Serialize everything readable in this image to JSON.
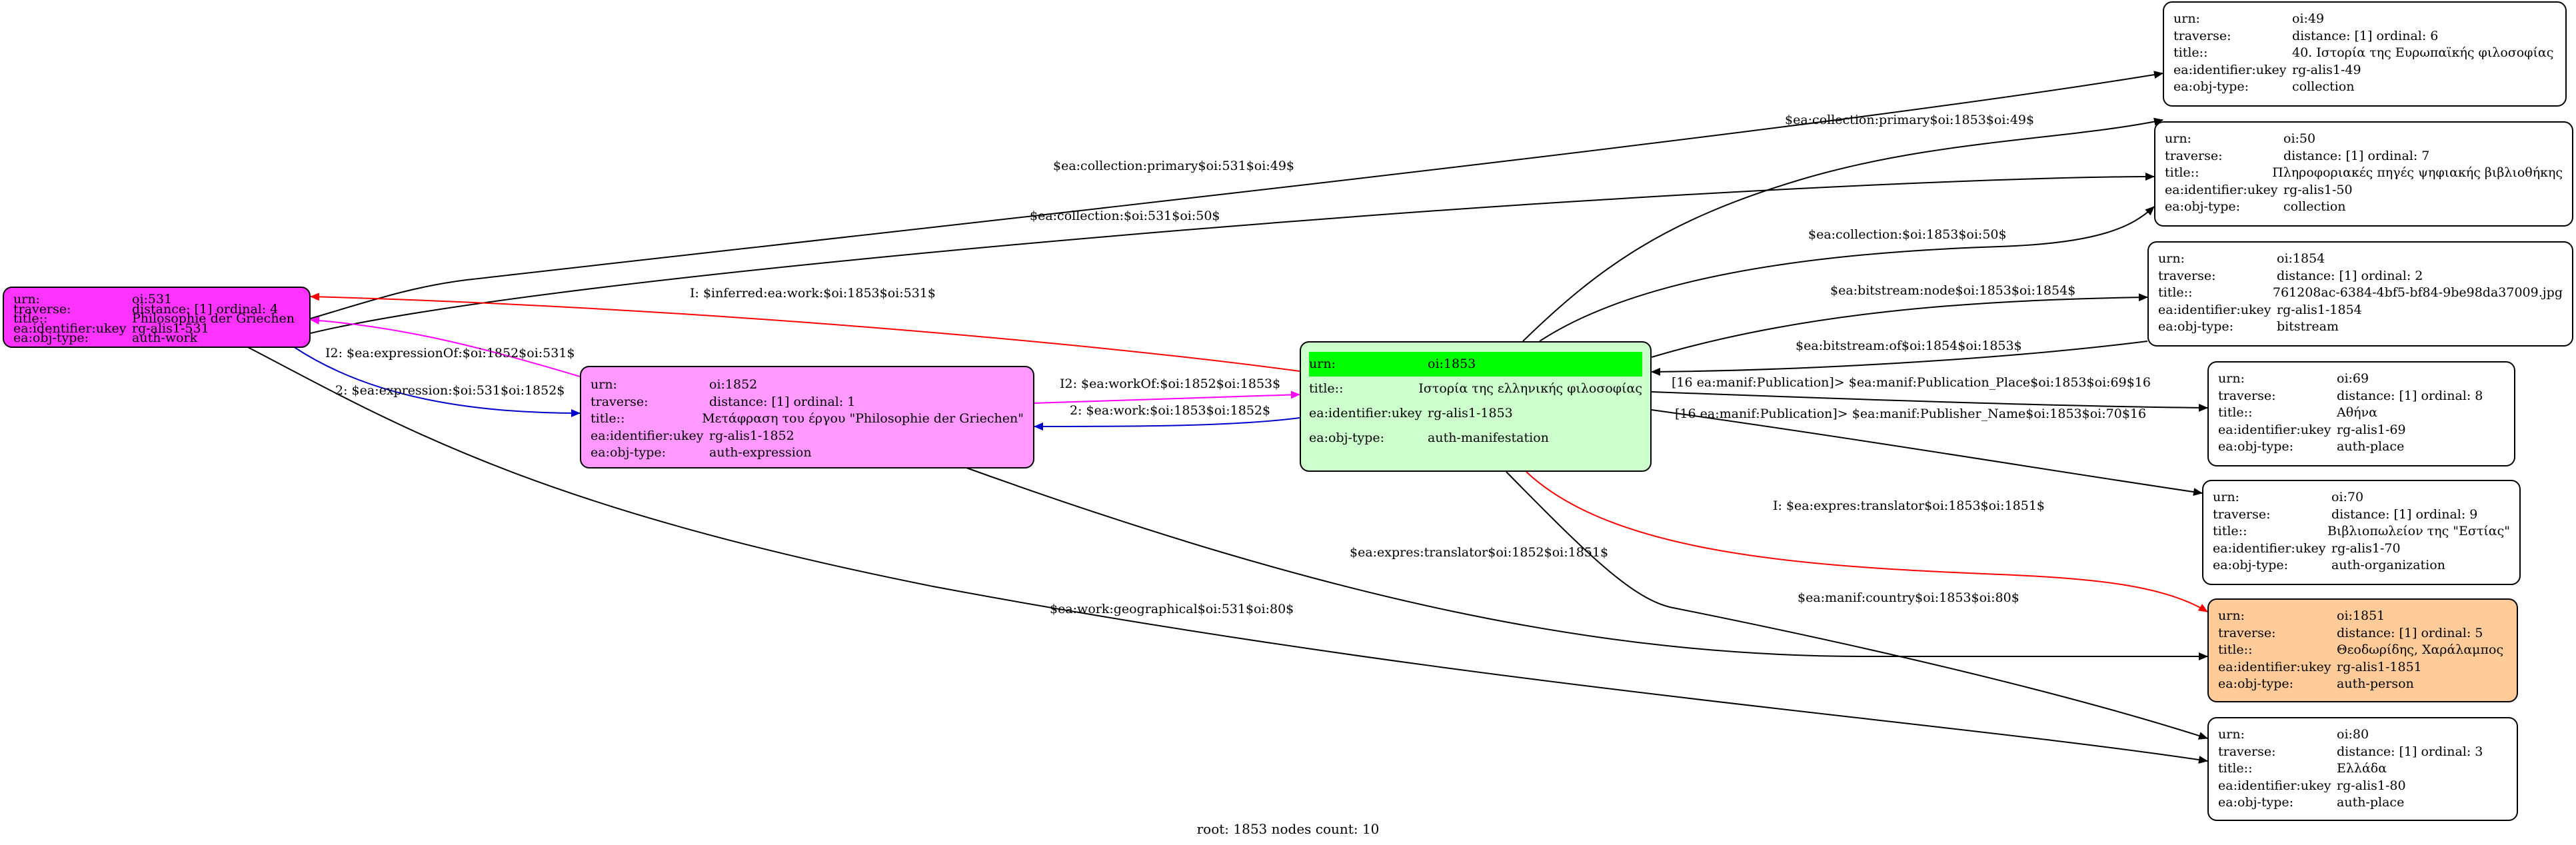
{
  "colors": {
    "black": "#000000",
    "red": "#ff0000",
    "blue": "#0000cc",
    "magenta": "#ff00ff",
    "work_fill": "#ff33ff",
    "expression_fill": "#ff99ff",
    "root_fill": "#ccffcc",
    "root_highlight": "#00ff00",
    "person_fill": "#ffcc99",
    "default_fill": "#ffffff"
  },
  "nodes": {
    "n531": {
      "rows": [
        [
          "urn:",
          "oi:531"
        ],
        [
          "traverse:",
          "distance: [1]     ordinal: 4"
        ],
        [
          "title::",
          "Philosophie der Griechen"
        ],
        [
          "ea:identifier:ukey",
          "rg-alis1-531"
        ],
        [
          "ea:obj-type:",
          "auth-work"
        ]
      ]
    },
    "n1852": {
      "rows": [
        [
          "urn:",
          "oi:1852"
        ],
        [
          "traverse:",
          "distance: [1]     ordinal: 1"
        ],
        [
          "title::",
          "Μετάφραση του έργου \"Philosophie der Griechen\""
        ],
        [
          "ea:identifier:ukey",
          "rg-alis1-1852"
        ],
        [
          "ea:obj-type:",
          "auth-expression"
        ]
      ]
    },
    "n1853": {
      "rows": [
        [
          "urn:",
          "oi:1853"
        ],
        [
          "title::",
          "Ιστορία της ελληνικής φιλοσοφίας"
        ],
        [
          "ea:identifier:ukey",
          "rg-alis1-1853"
        ],
        [
          "ea:obj-type:",
          "auth-manifestation"
        ]
      ]
    },
    "n49": {
      "rows": [
        [
          "urn:",
          "oi:49"
        ],
        [
          "traverse:",
          "distance: [1]     ordinal: 6"
        ],
        [
          "title::",
          "40. Ιστορία της Ευρωπαϊκής φιλοσοφίας"
        ],
        [
          "ea:identifier:ukey",
          "rg-alis1-49"
        ],
        [
          "ea:obj-type:",
          "collection"
        ]
      ]
    },
    "n50": {
      "rows": [
        [
          "urn:",
          "oi:50"
        ],
        [
          "traverse:",
          "distance: [1]     ordinal: 7"
        ],
        [
          "title::",
          "Πληροφοριακές πηγές ψηφιακής βιβλιοθήκης"
        ],
        [
          "ea:identifier:ukey",
          "rg-alis1-50"
        ],
        [
          "ea:obj-type:",
          "collection"
        ]
      ]
    },
    "n1854": {
      "rows": [
        [
          "urn:",
          "oi:1854"
        ],
        [
          "traverse:",
          "distance: [1]     ordinal: 2"
        ],
        [
          "title::",
          "761208ac-6384-4bf5-bf84-9be98da37009.jpg"
        ],
        [
          "ea:identifier:ukey",
          "rg-alis1-1854"
        ],
        [
          "ea:obj-type:",
          "bitstream"
        ]
      ]
    },
    "n69": {
      "rows": [
        [
          "urn:",
          "oi:69"
        ],
        [
          "traverse:",
          "distance: [1]     ordinal: 8"
        ],
        [
          "title::",
          "Αθήνα"
        ],
        [
          "ea:identifier:ukey",
          "rg-alis1-69"
        ],
        [
          "ea:obj-type:",
          "auth-place"
        ]
      ]
    },
    "n70": {
      "rows": [
        [
          "urn:",
          "oi:70"
        ],
        [
          "traverse:",
          "distance: [1]     ordinal: 9"
        ],
        [
          "title::",
          "Βιβλιοπωλείον της \"Εστίας\""
        ],
        [
          "ea:identifier:ukey",
          "rg-alis1-70"
        ],
        [
          "ea:obj-type:",
          "auth-organization"
        ]
      ]
    },
    "n1851": {
      "rows": [
        [
          "urn:",
          "oi:1851"
        ],
        [
          "traverse:",
          "distance: [1]     ordinal: 5"
        ],
        [
          "title::",
          "Θεοδωρίδης, Χαράλαμπος"
        ],
        [
          "ea:identifier:ukey",
          "rg-alis1-1851"
        ],
        [
          "ea:obj-type:",
          "auth-person"
        ]
      ]
    },
    "n80": {
      "rows": [
        [
          "urn:",
          "oi:80"
        ],
        [
          "traverse:",
          "distance: [1]     ordinal: 3"
        ],
        [
          "title::",
          "Ελλάδα"
        ],
        [
          "ea:identifier:ukey",
          "rg-alis1-80"
        ],
        [
          "ea:obj-type:",
          "auth-place"
        ]
      ]
    }
  },
  "edges": [
    {
      "id": "e531-49",
      "label": "$ea:collection:primary$oi:531$oi:49$",
      "color": "black"
    },
    {
      "id": "e531-50",
      "label": "$ea:collection:$oi:531$oi:50$",
      "color": "black"
    },
    {
      "id": "e1853-531",
      "label": "I: $inferred:ea:work:$oi:1853$oi:531$",
      "color": "red"
    },
    {
      "id": "e1852-531",
      "label": "I2: $ea:expressionOf:$oi:1852$oi:531$",
      "color": "magenta"
    },
    {
      "id": "e531-1852",
      "label": "2: $ea:expression:$oi:531$oi:1852$",
      "color": "blue"
    },
    {
      "id": "e1852-1853",
      "label": "I2: $ea:workOf:$oi:1852$oi:1853$",
      "color": "magenta"
    },
    {
      "id": "e1853-1852",
      "label": "2: $ea:work:$oi:1853$oi:1852$",
      "color": "blue"
    },
    {
      "id": "e531-80",
      "label": "$ea:work:geographical$oi:531$oi:80$",
      "color": "black"
    },
    {
      "id": "e1852-1851",
      "label": "$ea:expres:translator$oi:1852$oi:1851$",
      "color": "black"
    },
    {
      "id": "e1853-49",
      "label": "$ea:collection:primary$oi:1853$oi:49$",
      "color": "black"
    },
    {
      "id": "e1853-50",
      "label": "$ea:collection:$oi:1853$oi:50$",
      "color": "black"
    },
    {
      "id": "e1853-1854",
      "label": "$ea:bitstream:node$oi:1853$oi:1854$",
      "color": "black"
    },
    {
      "id": "e1854-1853",
      "label": "$ea:bitstream:of$oi:1854$oi:1853$",
      "color": "black"
    },
    {
      "id": "e1853-69",
      "label": "[16 ea:manif:Publication]> $ea:manif:Publication_Place$oi:1853$oi:69$16",
      "color": "black"
    },
    {
      "id": "e1853-70",
      "label": "[16 ea:manif:Publication]> $ea:manif:Publisher_Name$oi:1853$oi:70$16",
      "color": "black"
    },
    {
      "id": "e1853-1851",
      "label": "I: $ea:expres:translator$oi:1853$oi:1851$",
      "color": "red"
    },
    {
      "id": "e1853-80",
      "label": "$ea:manif:country$oi:1853$oi:80$",
      "color": "black"
    }
  ],
  "footer": "root: 1853 nodes count: 10"
}
